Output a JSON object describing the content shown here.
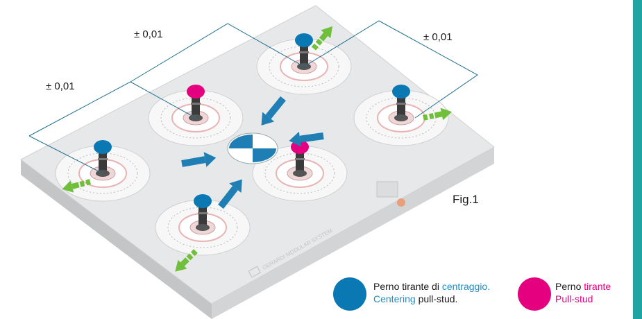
{
  "colors": {
    "centering_blue": "#0a78b3",
    "pull_magenta": "#e4007f",
    "arrow_green": "#6fbf3a",
    "arrow_blue": "#1f7fb5",
    "sidebar_teal": "#1fa3a3",
    "plate": "#e6e7e8",
    "plate_side": "#c9cacc",
    "dimension_line": "#1f6f8f"
  },
  "tolerances": [
    "± 0,01",
    "± 0,01",
    "± 0,01"
  ],
  "figure_label": "Fig.1",
  "plate_engraving": "GERARDI MODULAR SYSTEM",
  "legend": {
    "centering": {
      "line1_a": "Perno tirante di ",
      "line1_b": "centraggio.",
      "line2_a": "Centering",
      "line2_b": " pull-stud."
    },
    "pull": {
      "line1_a": "Perno ",
      "line1_b": "tirante",
      "line2": "Pull-stud"
    }
  },
  "icons": {
    "center_symbol": "centering-target-icon",
    "arrows_in": "inward-arrow-icon",
    "arrows_out": "outward-dashed-arrow-icon"
  }
}
